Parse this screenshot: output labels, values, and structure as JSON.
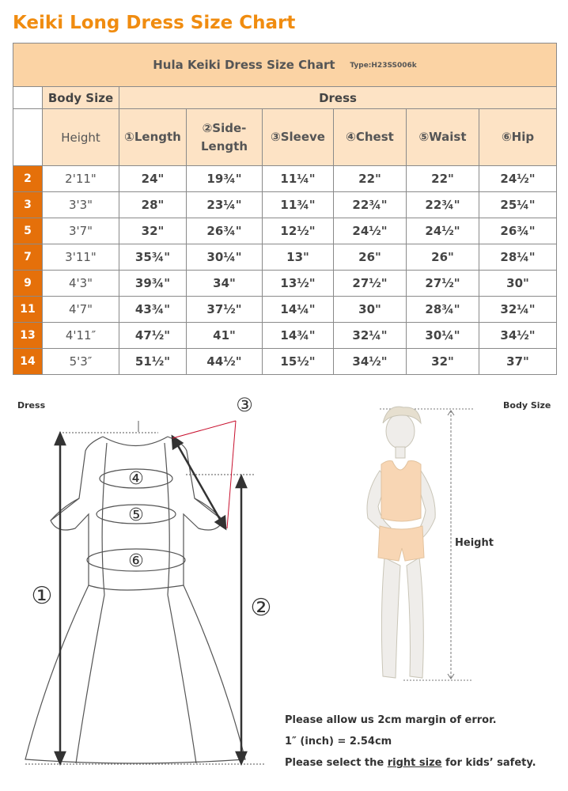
{
  "title": "Keiki Long Dress Size Chart",
  "table": {
    "banner_title": "Hula Keiki Dress Size Chart",
    "banner_type": "Type:H23SS006k",
    "group_body": "Body Size",
    "group_dress": "Dress",
    "columns": [
      "Height",
      "①Length",
      "②Side-Length",
      "③Sleeve",
      "④Chest",
      "⑤Waist",
      "⑥Hip"
    ],
    "rows": [
      {
        "size": "2",
        "height": "2'11\"",
        "length": "24\"",
        "side": "19¾\"",
        "sleeve": "11¼\"",
        "chest": "22\"",
        "waist": "22\"",
        "hip": "24½\""
      },
      {
        "size": "3",
        "height": "3'3\"",
        "length": "28\"",
        "side": "23¼\"",
        "sleeve": "11¾\"",
        "chest": "22¾\"",
        "waist": "22¾\"",
        "hip": "25¼\""
      },
      {
        "size": "5",
        "height": "3'7\"",
        "length": "32\"",
        "side": "26¾\"",
        "sleeve": "12½\"",
        "chest": "24½\"",
        "waist": "24½\"",
        "hip": "26¾\""
      },
      {
        "size": "7",
        "height": "3'11\"",
        "length": "35¾\"",
        "side": "30¼\"",
        "sleeve": "13\"",
        "chest": "26\"",
        "waist": "26\"",
        "hip": "28¼\""
      },
      {
        "size": "9",
        "height": "4'3\"",
        "length": "39¾\"",
        "side": "34\"",
        "sleeve": "13½\"",
        "chest": "27½\"",
        "waist": "27½\"",
        "hip": "30\""
      },
      {
        "size": "11",
        "height": "4'7\"",
        "length": "43¾\"",
        "side": "37½\"",
        "sleeve": "14¼\"",
        "chest": "30\"",
        "waist": "28¾\"",
        "hip": "32¼\""
      },
      {
        "size": "13",
        "height": "4'11″",
        "length": "47½\"",
        "side": "41\"",
        "sleeve": "14¾\"",
        "chest": "32¼\"",
        "waist": "30¼\"",
        "hip": "34½\""
      },
      {
        "size": "14",
        "height": "5'3″",
        "length": "51½\"",
        "side": "44½\"",
        "sleeve": "15½\"",
        "chest": "34½\"",
        "waist": "32\"",
        "hip": "37\""
      }
    ]
  },
  "diagram": {
    "dress_label": "Dress",
    "body_label": "Body Size",
    "height_label": "Height",
    "markers": {
      "m1": "①",
      "m2": "②",
      "m3": "③",
      "m4": "④",
      "m5": "⑤",
      "m6": "⑥"
    }
  },
  "notes": {
    "line1": "Please allow us 2cm margin of error.",
    "line2": "1″ (inch) = 2.54cm",
    "line3_pre": "Please select the ",
    "line3_em": "right size",
    "line3_post": " for kids’ safety."
  },
  "colors": {
    "title": "#f08c10",
    "banner": "#fbd3a4",
    "header": "#fde3c5",
    "size_cell": "#e5700a",
    "sleeve_line": "#c8102e"
  }
}
